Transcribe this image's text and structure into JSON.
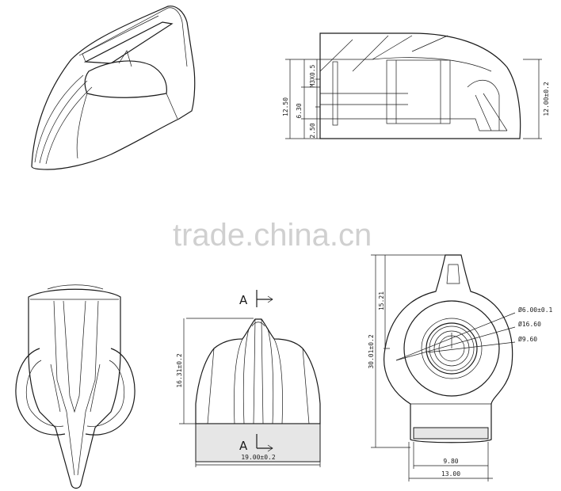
{
  "watermark": "trade.china.cn",
  "side_view": {
    "dims": {
      "d1": "12.50",
      "d2": "M3X0.5",
      "d3": "6.30",
      "d4": "2.50",
      "d5": "12.00±0.2"
    }
  },
  "front_view": {
    "section_mark_top": "A",
    "section_mark_bottom": "A",
    "dims": {
      "height": "16.31±0.2",
      "width": "19.00±0.2"
    }
  },
  "top_view": {
    "dims": {
      "d1": "15.21",
      "d2": "30.01±0.2",
      "d3": "Ø6.00±0.1",
      "d4": "Ø16.60",
      "d5": "Ø9.60",
      "d6": "9.80",
      "d7": "13.00"
    }
  }
}
